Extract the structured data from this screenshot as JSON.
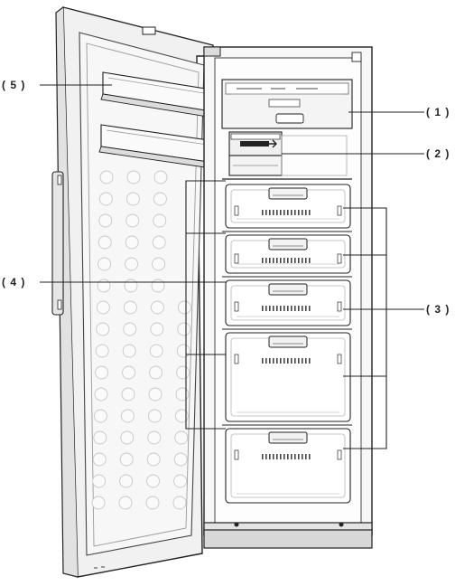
{
  "diagram": {
    "callouts": {
      "c1": "( 1 )",
      "c2": "( 2 )",
      "c3": "( 3 )",
      "c4": "( 4 )",
      "c5": "( 5 )"
    },
    "part_count": 5,
    "drawer_count": 5,
    "colors": {
      "outline": "#222222",
      "cabinet_fill": "#f7f7f7",
      "door_fill": "#f1f1f1",
      "drawer_fill": "#ffffff",
      "shadow": "#cfcfcf"
    }
  }
}
